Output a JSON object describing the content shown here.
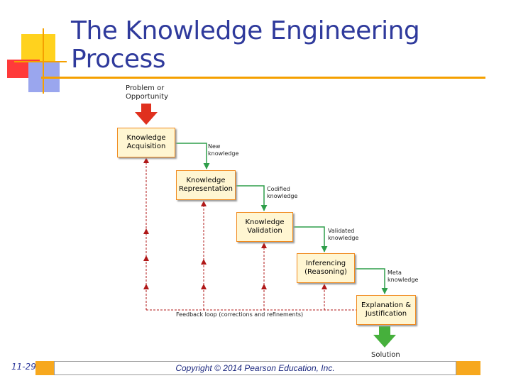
{
  "slide": {
    "title": "The Knowledge Engineering\nProcess",
    "slide_number": "11-29",
    "copyright": "Copyright © 2014 Pearson Education, Inc.",
    "accent_color": "#f5a000",
    "title_color": "#2f3a9c"
  },
  "diagram": {
    "start_label": "Problem or\nOpportunity",
    "end_label": "Solution",
    "steps": [
      {
        "label": "Knowledge\nAcquisition"
      },
      {
        "label": "Knowledge\nRepresentation"
      },
      {
        "label": "Knowledge\nValidation"
      },
      {
        "label": "Inferencing\n(Reasoning)"
      },
      {
        "label": "Explanation &\nJustification"
      }
    ],
    "transitions": [
      {
        "label": "New\nknowledge"
      },
      {
        "label": "Codified\nknowledge"
      },
      {
        "label": "Validated\nknowledge"
      },
      {
        "label": "Meta\nknowledge"
      }
    ],
    "feedback_label": "Feedback loop (corrections and refinements)",
    "colors": {
      "box_fill": "#fff6d2",
      "box_border": "#f08a1e",
      "forward_arrow": "#2e9e4a",
      "feedback_line": "#b01818",
      "start_arrow": "#e0301e",
      "end_arrow": "#46b03c"
    }
  }
}
